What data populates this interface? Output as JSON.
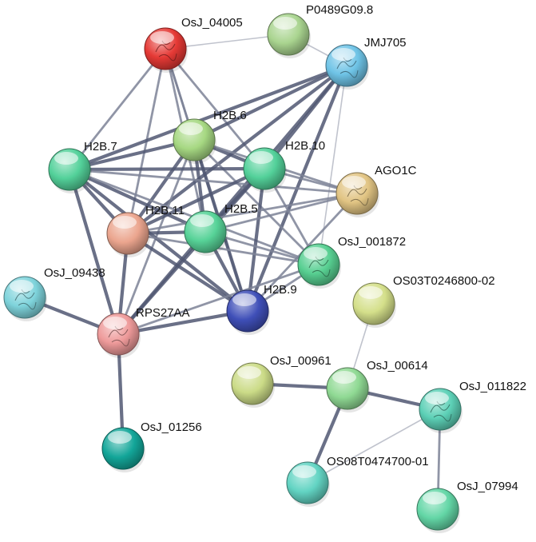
{
  "network": {
    "nodes": [
      {
        "id": "OsJ_04005",
        "label": "OsJ_04005",
        "color": "#e53935",
        "structure": true
      },
      {
        "id": "P0489G09.8",
        "label": "P0489G09.8",
        "color": "#a9d48f",
        "structure": false
      },
      {
        "id": "JMJ705",
        "label": "JMJ705",
        "color": "#6ec3e6",
        "structure": true
      },
      {
        "id": "H2B.6",
        "label": "H2B.6",
        "color": "#a6d882",
        "structure": false
      },
      {
        "id": "H2B.7",
        "label": "H2B.7",
        "color": "#53d19a",
        "structure": false
      },
      {
        "id": "H2B.10",
        "label": "H2B.10",
        "color": "#53d19a",
        "structure": false
      },
      {
        "id": "AGO1C",
        "label": "AGO1C",
        "color": "#e1c483",
        "structure": true
      },
      {
        "id": "H2B.11",
        "label": "H2B.11",
        "color": "#eba58e",
        "structure": false
      },
      {
        "id": "H2B.5",
        "label": "H2B.5",
        "color": "#57d398",
        "structure": false
      },
      {
        "id": "OsJ_001872",
        "label": "OsJ_001872",
        "color": "#57cf91",
        "structure": true
      },
      {
        "id": "OsJ_09438",
        "label": "OsJ_09438",
        "color": "#7ed3db",
        "structure": true
      },
      {
        "id": "H2B.9",
        "label": "H2B.9",
        "color": "#3f4fb8",
        "structure": false
      },
      {
        "id": "RPS27AA",
        "label": "RPS27AA",
        "color": "#ee9a9a",
        "structure": true
      },
      {
        "id": "OsJ_01256",
        "label": "OsJ_01256",
        "color": "#13a699",
        "structure": false
      },
      {
        "id": "OS03T0246800-02",
        "label": "OS03T0246800-02",
        "color": "#d4df8a",
        "structure": false
      },
      {
        "id": "OsJ_00961",
        "label": "OsJ_00961",
        "color": "#cbdb87",
        "structure": false
      },
      {
        "id": "OsJ_00614",
        "label": "OsJ_00614",
        "color": "#8fd993",
        "structure": false
      },
      {
        "id": "OsJ_011822",
        "label": "OsJ_011822",
        "color": "#5cd0b6",
        "structure": true
      },
      {
        "id": "OS08T0474700-01",
        "label": "OS08T0474700-01",
        "color": "#62d4c3",
        "structure": false
      },
      {
        "id": "OsJ_07994",
        "label": "OsJ_07994",
        "color": "#63d6a6",
        "structure": false
      }
    ],
    "edges": [
      [
        "OsJ_04005",
        "P0489G09.8",
        1
      ],
      [
        "OsJ_04005",
        "H2B.7",
        2
      ],
      [
        "OsJ_04005",
        "H2B.6",
        2
      ],
      [
        "OsJ_04005",
        "H2B.10",
        2
      ],
      [
        "OsJ_04005",
        "H2B.11",
        2
      ],
      [
        "OsJ_04005",
        "H2B.5",
        2
      ],
      [
        "OsJ_04005",
        "H2B.9",
        2
      ],
      [
        "JMJ705",
        "P0489G09.8",
        1
      ],
      [
        "JMJ705",
        "H2B.6",
        3
      ],
      [
        "JMJ705",
        "H2B.7",
        3
      ],
      [
        "JMJ705",
        "H2B.10",
        3
      ],
      [
        "JMJ705",
        "H2B.11",
        3
      ],
      [
        "JMJ705",
        "H2B.5",
        3
      ],
      [
        "JMJ705",
        "H2B.9",
        3
      ],
      [
        "JMJ705",
        "OsJ_001872",
        1
      ],
      [
        "H2B.6",
        "H2B.7",
        3
      ],
      [
        "H2B.6",
        "H2B.10",
        3
      ],
      [
        "H2B.6",
        "H2B.11",
        3
      ],
      [
        "H2B.6",
        "H2B.5",
        3
      ],
      [
        "H2B.6",
        "H2B.9",
        3
      ],
      [
        "H2B.6",
        "AGO1C",
        2
      ],
      [
        "H2B.6",
        "OsJ_001872",
        2
      ],
      [
        "H2B.6",
        "RPS27AA",
        2
      ],
      [
        "H2B.7",
        "H2B.10",
        3
      ],
      [
        "H2B.7",
        "H2B.11",
        3
      ],
      [
        "H2B.7",
        "H2B.5",
        3
      ],
      [
        "H2B.7",
        "H2B.9",
        3
      ],
      [
        "H2B.7",
        "AGO1C",
        2
      ],
      [
        "H2B.7",
        "OsJ_001872",
        2
      ],
      [
        "H2B.7",
        "RPS27AA",
        3
      ],
      [
        "H2B.10",
        "H2B.11",
        3
      ],
      [
        "H2B.10",
        "H2B.5",
        3
      ],
      [
        "H2B.10",
        "H2B.9",
        3
      ],
      [
        "H2B.10",
        "AGO1C",
        2
      ],
      [
        "H2B.10",
        "OsJ_001872",
        2
      ],
      [
        "H2B.10",
        "RPS27AA",
        3
      ],
      [
        "H2B.11",
        "H2B.5",
        3
      ],
      [
        "H2B.11",
        "H2B.9",
        3
      ],
      [
        "H2B.11",
        "AGO1C",
        2
      ],
      [
        "H2B.11",
        "OsJ_001872",
        2
      ],
      [
        "H2B.11",
        "RPS27AA",
        3
      ],
      [
        "H2B.5",
        "H2B.9",
        3
      ],
      [
        "H2B.5",
        "AGO1C",
        2
      ],
      [
        "H2B.5",
        "OsJ_001872",
        2
      ],
      [
        "H2B.5",
        "RPS27AA",
        3
      ],
      [
        "H2B.9",
        "AGO1C",
        2
      ],
      [
        "H2B.9",
        "OsJ_001872",
        2
      ],
      [
        "H2B.9",
        "RPS27AA",
        3
      ],
      [
        "RPS27AA",
        "OsJ_09438",
        3
      ],
      [
        "RPS27AA",
        "OsJ_01256",
        3
      ],
      [
        "RPS27AA",
        "OsJ_001872",
        2
      ],
      [
        "OsJ_00614",
        "OsJ_00961",
        3
      ],
      [
        "OsJ_00614",
        "OS03T0246800-02",
        1
      ],
      [
        "OsJ_00614",
        "OsJ_011822",
        3
      ],
      [
        "OsJ_00614",
        "OS08T0474700-01",
        3
      ],
      [
        "OsJ_011822",
        "OS08T0474700-01",
        1
      ],
      [
        "OsJ_011822",
        "OsJ_07994",
        2
      ]
    ]
  }
}
